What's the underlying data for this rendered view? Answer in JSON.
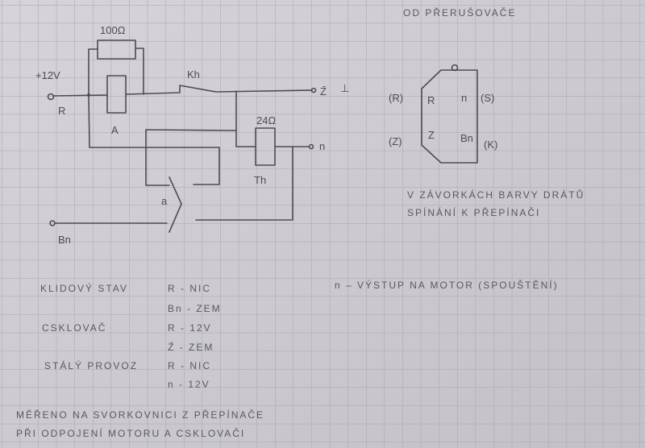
{
  "schematic": {
    "supply_label": "+12V",
    "terminal_r": "R",
    "resistor_label": "100Ω",
    "relay_label": "A",
    "switch_label": "Kh",
    "terminal_z": "Z̄",
    "ground_symbol": "⊥",
    "coil_label": "24Ω",
    "thermal_label": "Th",
    "terminal_n": "n",
    "contact_label": "a",
    "terminal_bn": "Bn"
  },
  "connector": {
    "title": "OD PŘERUŠOVAČE",
    "pins": {
      "r_outer": "(R)",
      "r_inner": "R",
      "n_inner": "n",
      "s_outer": "(S)",
      "z_outer": "(Z)",
      "z_inner": "Z",
      "bn_inner": "Bn",
      "k_outer": "(K)"
    },
    "note_line1": "V ZÁVORKÁCH BARVY DRÁTŮ",
    "note_line2": "SPÍNÁNÍ K PŘEPÍNAČI",
    "output_note": "n – VÝSTUP NA MOTOR (SPOUŠTĚNÍ)"
  },
  "states": [
    {
      "name": "KLIDOVÝ STAV",
      "values": [
        "R - NIC",
        "Bn - ZEM"
      ]
    },
    {
      "name": "CSKLOVAČ",
      "values": [
        "R - 12V",
        "Z̄ - ZEM"
      ]
    },
    {
      "name": "STÁLÝ PROVOZ",
      "values": [
        "R - NIC",
        "n - 12V"
      ]
    }
  ],
  "footer": {
    "line1": "MĚŘENO NA SVORKOVNICI Z PŘEPÍNAČE",
    "line2": "PŘI ODPOJENÍ MOTORU A CSKLOVAČI"
  }
}
